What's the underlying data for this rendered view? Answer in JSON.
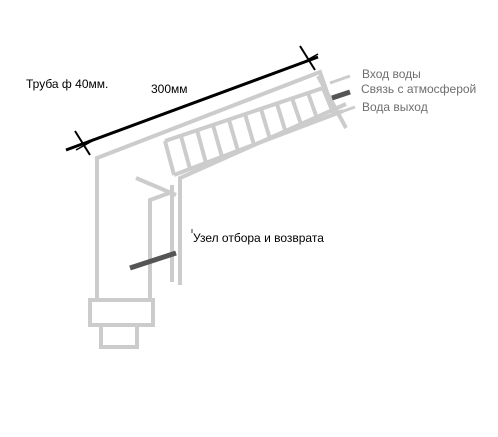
{
  "labels": {
    "pipe_diameter": "Труба ф 40мм.",
    "length": "300мм",
    "water_in": "Вход воды",
    "atmosphere_link": "Связь с атмосферой",
    "water_out": "Вода выход",
    "intake_return_unit": "Узел отбора и возврата"
  },
  "colors": {
    "pipe": "#cccccc",
    "dimension_line": "#000000",
    "rod": "#555555",
    "label_dark": "#000000",
    "label_grey": "#6e6e6e"
  }
}
